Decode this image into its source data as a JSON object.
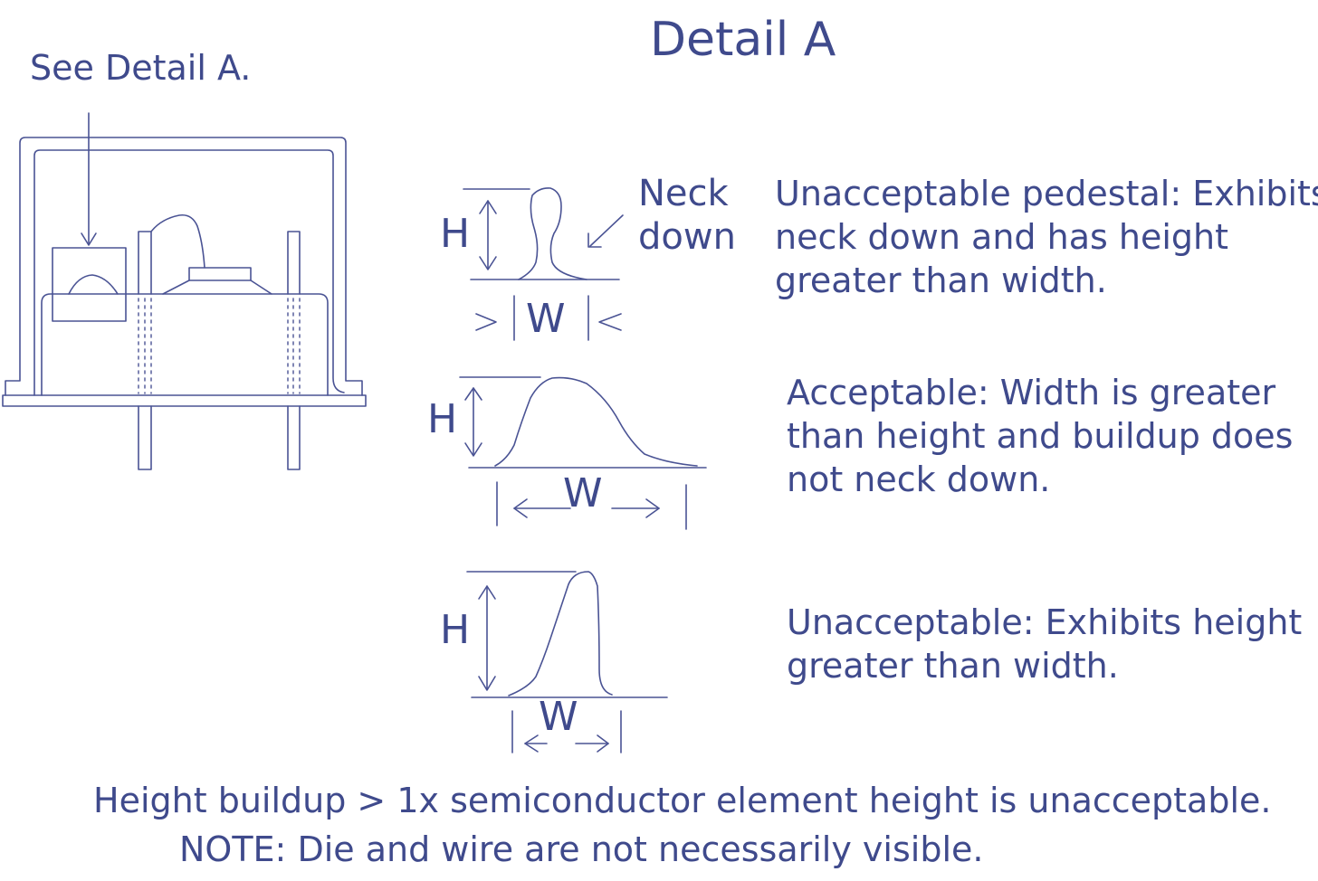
{
  "title": "Detail A",
  "callout": "See Detail A.",
  "neck_label": [
    "Neck",
    "down"
  ],
  "profiles": [
    {
      "height_label": "H",
      "width_label": "W",
      "description": [
        "Unacceptable pedestal: Exhibits",
        "neck down and has height",
        "greater than width."
      ]
    },
    {
      "height_label": "H",
      "width_label": "W",
      "description": [
        "Acceptable: Width is greater",
        "than height and buildup does",
        "not neck down."
      ]
    },
    {
      "height_label": "H",
      "width_label": "W",
      "description": [
        "Unacceptable: Exhibits height",
        "greater than width."
      ]
    }
  ],
  "notes": [
    "Height buildup > 1x semiconductor element height is unacceptable.",
    "NOTE: Die and wire are not necessarily visible."
  ],
  "colors": {
    "ink": "#3f4a8c",
    "background": "#ffffff"
  }
}
